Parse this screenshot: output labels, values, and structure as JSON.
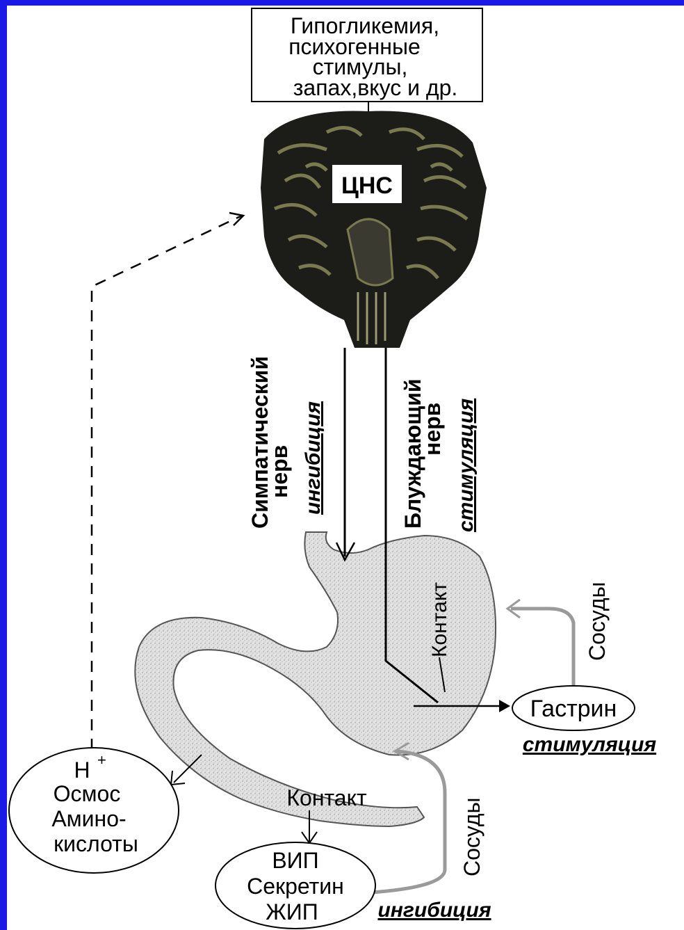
{
  "colors": {
    "frame": "#1a1ae6",
    "background": "#ffffff",
    "ink": "#000000",
    "brain_dark": "#1c1c18",
    "brain_fold": "#7a7a50",
    "stomach_fill": "#dcdcdc",
    "vessel": "#9a9a9a"
  },
  "stimuli_box": {
    "lines": [
      "Гипогликемия,",
      "психогенные",
      "стимулы,",
      "запах,вкус и др."
    ]
  },
  "brain": {
    "label": "ЦНС",
    "icon": "brain-icon"
  },
  "stomach": {
    "icon": "stomach-icon"
  },
  "nerves": {
    "sympathetic": {
      "line1": "Симпатический",
      "line2": "нерв",
      "effect": "ингибиция"
    },
    "vagus": {
      "line1": "Блуждающий",
      "line2": "нерв",
      "effect": "стимуляция"
    }
  },
  "contact_upper": "Контакт",
  "contact_lower": "Контакт",
  "vessels_upper": "Сосуды",
  "vessels_lower": "Сосуды",
  "gastrin": {
    "label": "Гастрин",
    "effect": "стимуляция"
  },
  "factors": {
    "h_plus": "H",
    "h_sup": "+",
    "osmos": "Осмос",
    "amino1": "Амино-",
    "amino2": "кислоты"
  },
  "hormones": {
    "vip": "ВИП",
    "secretin": "Секретин",
    "gip": "ЖИП",
    "effect": "ингибиция"
  }
}
